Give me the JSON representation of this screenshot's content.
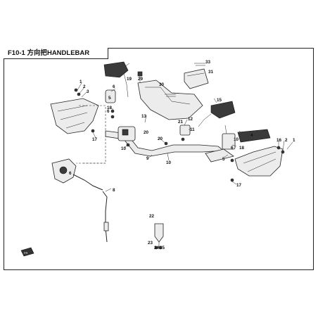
{
  "title": "F10-1 方向把HANDLEBAR",
  "callouts": [
    "1",
    "2",
    "3",
    "4",
    "5",
    "6",
    "8",
    "9",
    "10",
    "11",
    "12",
    "13",
    "15",
    "16",
    "17",
    "18",
    "19",
    "20",
    "21",
    "22",
    "23",
    "24",
    "25",
    "29",
    "30",
    "31",
    "33"
  ]
}
